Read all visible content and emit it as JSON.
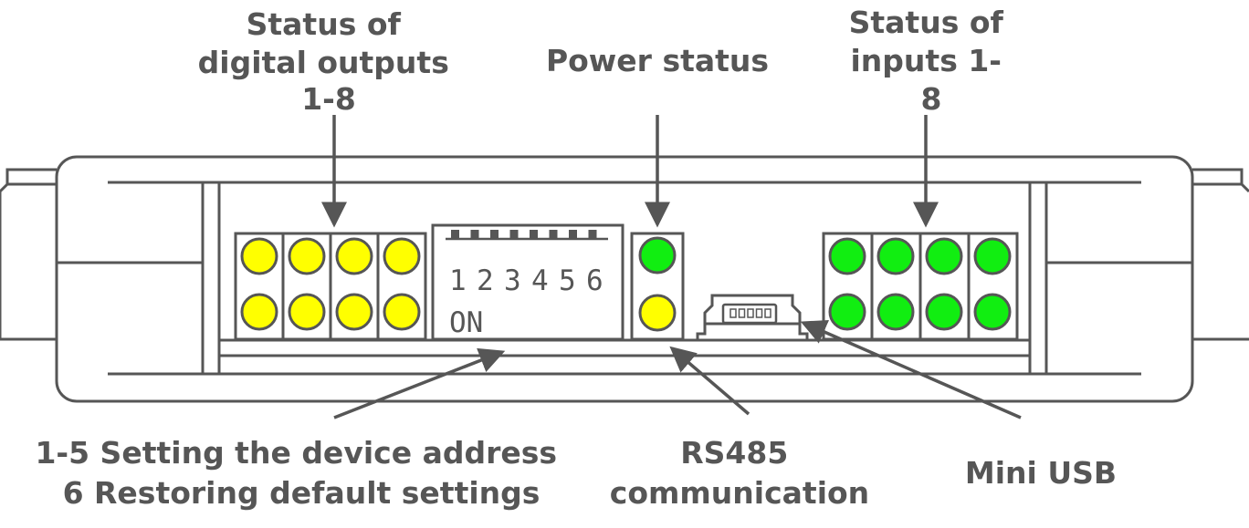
{
  "labels": {
    "outputs_status": [
      "Status of",
      "digital outputs",
      "1-8"
    ],
    "power_status": "Power status",
    "inputs_status": [
      "Status of",
      "inputs 1-",
      "8"
    ],
    "dip_address": "1-5 Setting the device address",
    "dip_restore": "6 Restoring default settings",
    "rs485": [
      "RS485",
      "communication"
    ],
    "mini_usb": "Mini USB"
  },
  "dip_switch": {
    "numbers": [
      "1",
      "2",
      "3",
      "4",
      "5",
      "6"
    ],
    "on_label": "ON"
  },
  "colors": {
    "outline": "#565656",
    "output_led": "#ffff00",
    "power_led": "#11ee11",
    "rs485_led": "#ffff00",
    "input_led": "#11ee11"
  }
}
